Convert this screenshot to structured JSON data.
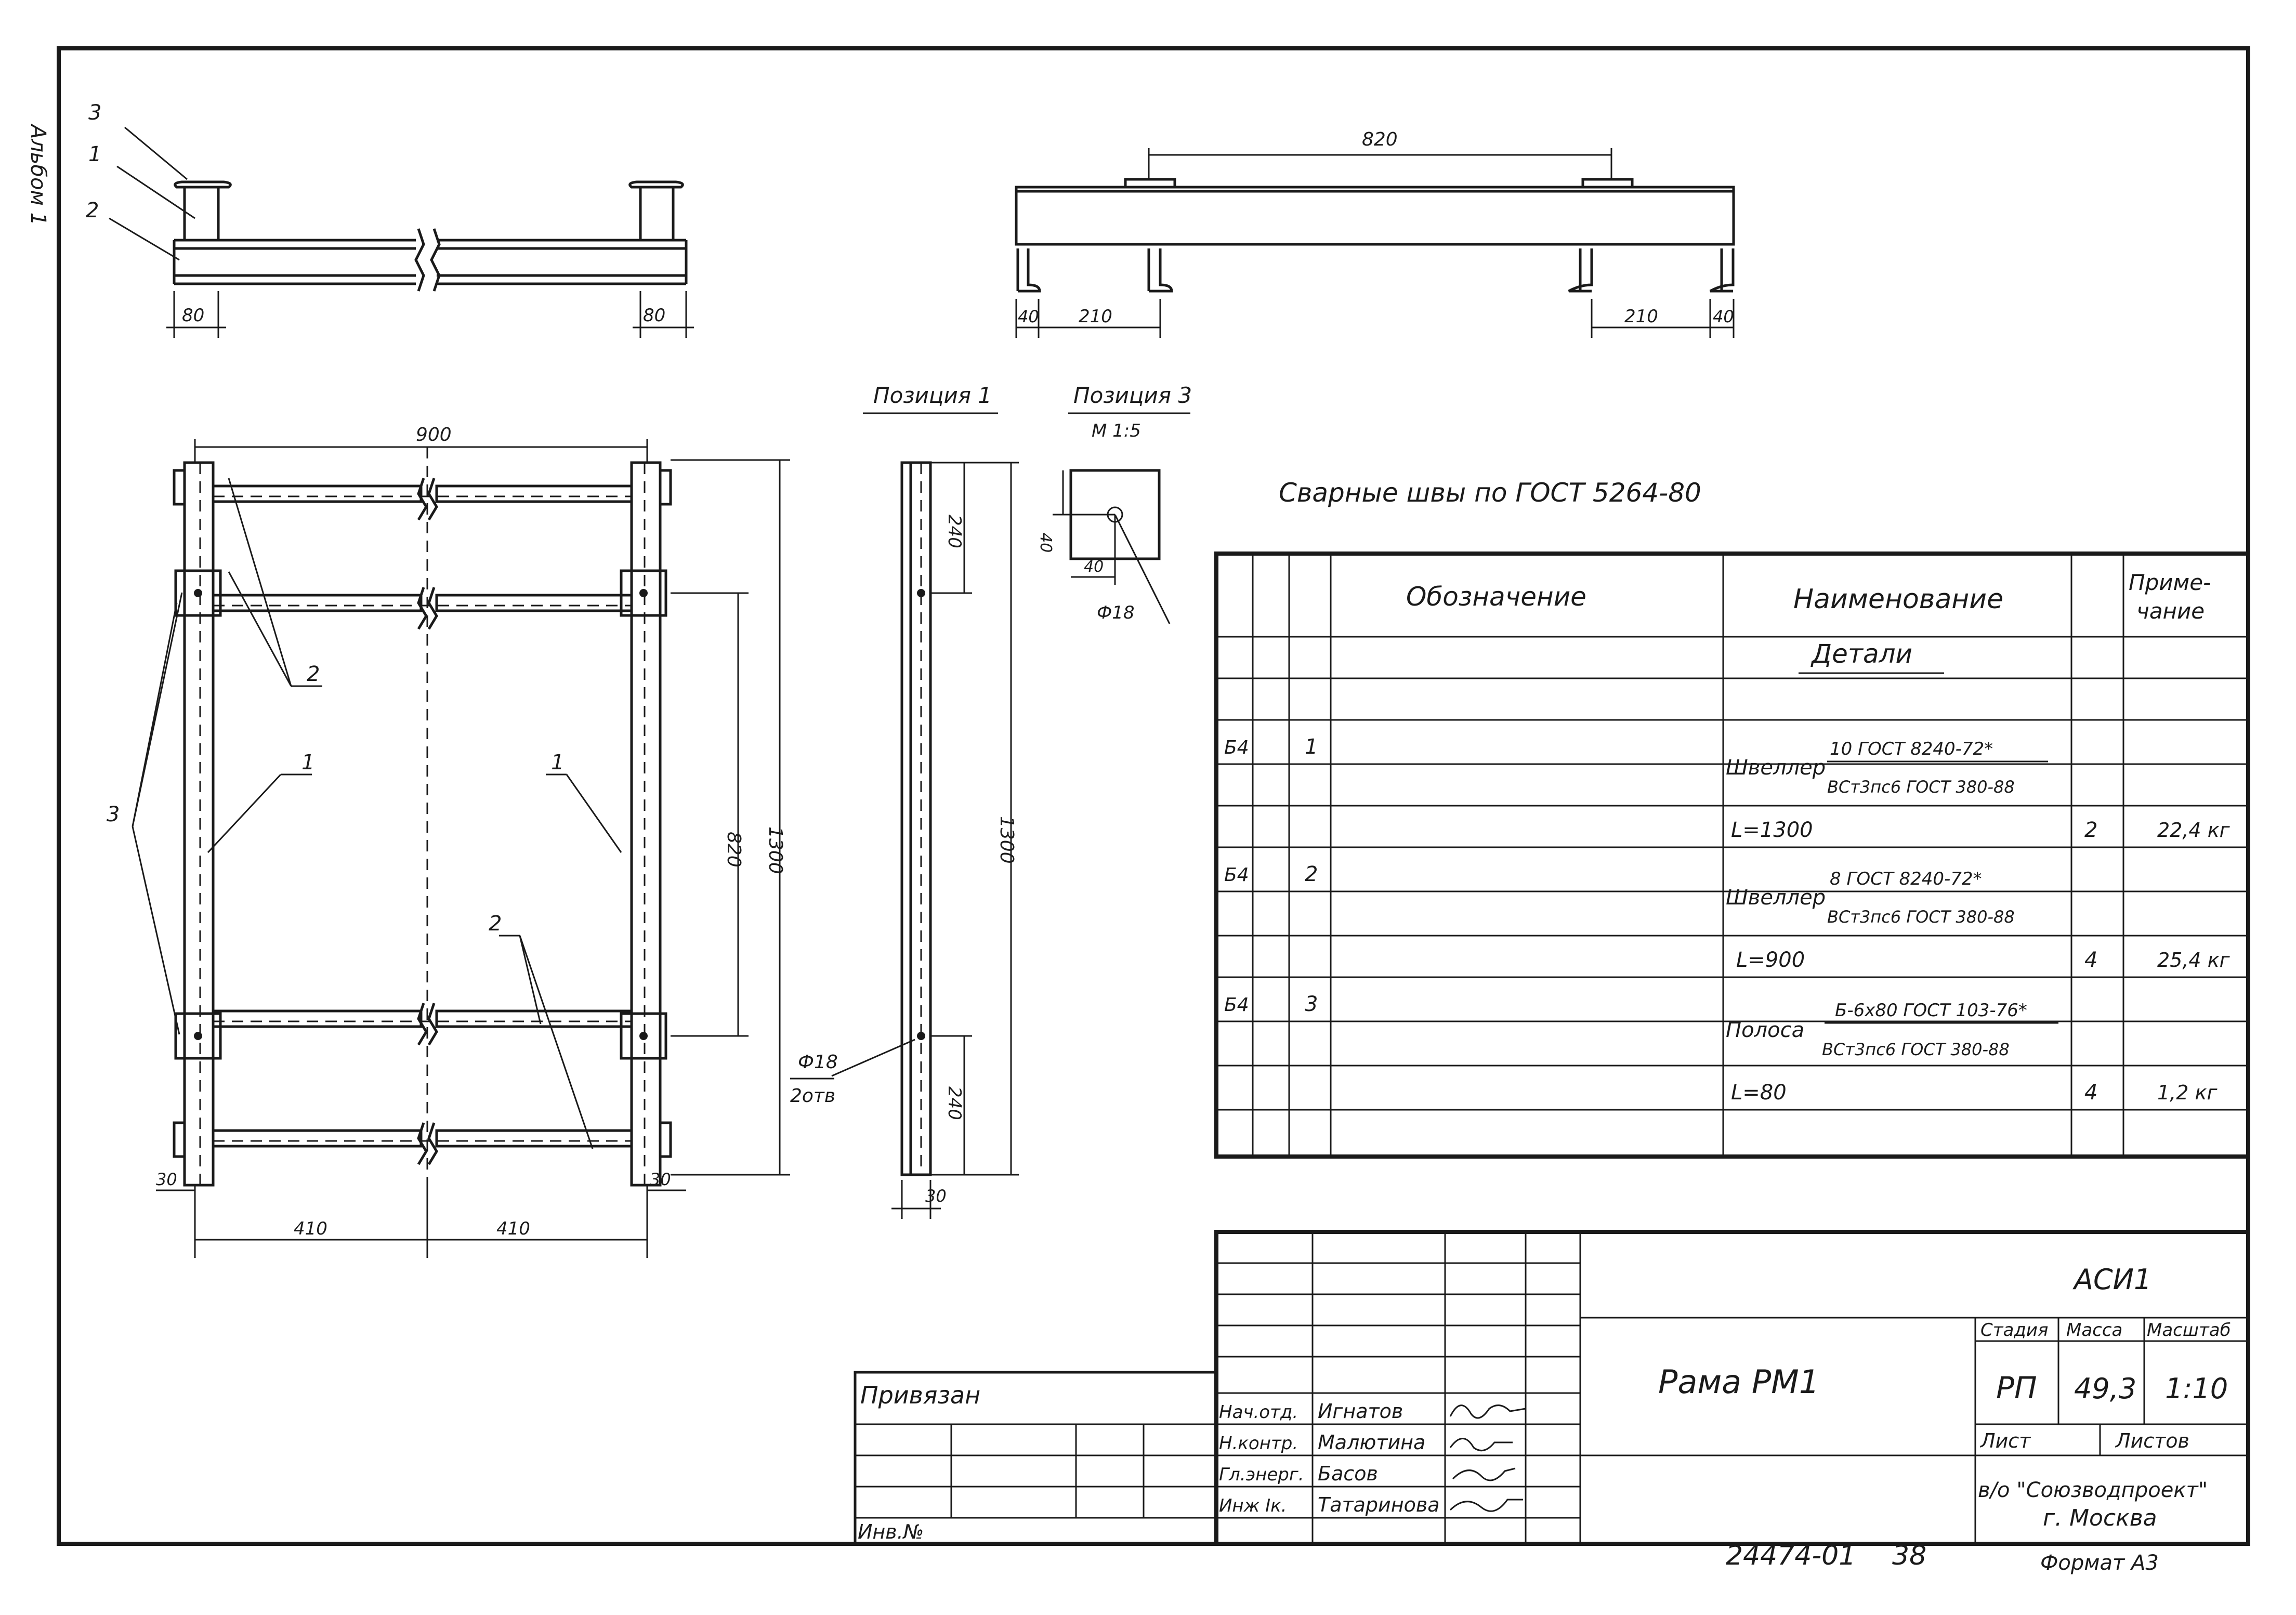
{
  "margin_note": "Альбом 1",
  "views": {
    "side_left": {
      "labels": [
        "3",
        "1",
        "2"
      ],
      "dims": [
        "80",
        "80"
      ]
    },
    "side_right": {
      "dims": [
        "820",
        "40",
        "210",
        "210",
        "40"
      ]
    },
    "plan": {
      "dims": [
        "900",
        "820",
        "1300",
        "410",
        "410",
        "30",
        "30"
      ],
      "callouts": [
        "2",
        "1",
        "1",
        "3",
        "2"
      ]
    },
    "pos1": {
      "title": "Позиция 1",
      "dims": [
        "240",
        "1300",
        "240",
        "30"
      ],
      "hole_note": [
        "Ф18",
        "2отв"
      ]
    },
    "pos3": {
      "title": "Позиция 3",
      "scale": "М 1:5",
      "dims": [
        "40",
        "40"
      ],
      "hole": "Ф18"
    }
  },
  "weld_note": "Сварные швы по ГОСТ 5264-80",
  "spec": {
    "headers": {
      "designation": "Обозначение",
      "name": "Наименование",
      "note_line1": "Приме-",
      "note_line2": "чание"
    },
    "section": "Детали",
    "rows": [
      {
        "format": "Б4",
        "pos": "1",
        "name": "Швеллер",
        "top": "10 ГОСТ 8240-72*",
        "bottom": "ВСт3пс6 ГОСТ 380-88",
        "length": "L=1300",
        "qty": "2",
        "mass": "22,4 кг"
      },
      {
        "format": "Б4",
        "pos": "2",
        "name": "Швеллер",
        "top": "8 ГОСТ 8240-72*",
        "bottom": "ВСт3пс6 ГОСТ 380-88",
        "length": "L=900",
        "qty": "4",
        "mass": "25,4 кг"
      },
      {
        "format": "Б4",
        "pos": "3",
        "name": "Полоса",
        "top": "Б-6х80 ГОСТ 103-76*",
        "bottom": "ВСт3пс6 ГОСТ 380-88",
        "length": "L=80",
        "qty": "4",
        "mass": "1,2 кг"
      }
    ]
  },
  "title_block": {
    "bound_label": "Привязан",
    "inv_label": "Инв.№",
    "staff": [
      {
        "role": "Нач.отд.",
        "name": "Игнатов"
      },
      {
        "role": "Н.контр.",
        "name": "Малютина"
      },
      {
        "role": "Гл.энерг.",
        "name": "Басов"
      },
      {
        "role": "Инж Iк.",
        "name": "Татаринова"
      }
    ],
    "code": "АСИ1",
    "drawing_name": "Рама РМ1",
    "stage_label": "Стадия",
    "mass_label": "Масса",
    "scale_label": "Масштаб",
    "stage": "РП",
    "mass": "49,3",
    "scale": "1:10",
    "sheet_label": "Лист",
    "sheets_label": "Листов",
    "org_line1": "в/о \"Союзводпроект\"",
    "org_line2": "г. Москва"
  },
  "footer": {
    "doc_number": "24474-01",
    "page": "38",
    "format": "Формат А3"
  }
}
